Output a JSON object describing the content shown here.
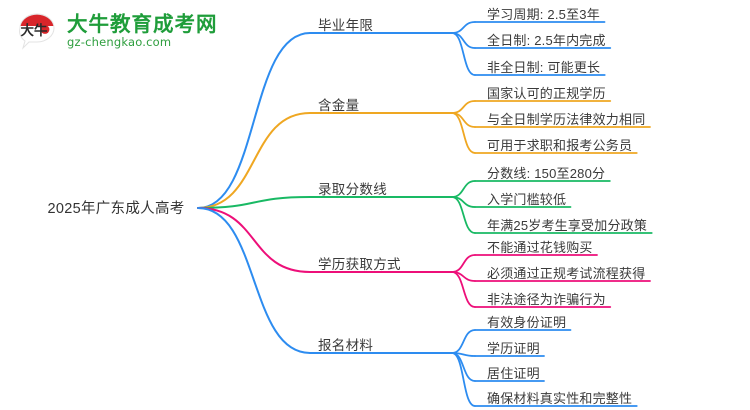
{
  "logo": {
    "name": "大牛教育成考网",
    "domain": "gz-chengkao.com",
    "mark_text": "大牛",
    "brand_green": "#1f9d3a",
    "brand_red": "#d8252a"
  },
  "mindmap": {
    "root": {
      "label": "2025年广东成人高考"
    },
    "colors": {
      "blue": "#2d8cf0",
      "amber": "#efa722",
      "green": "#19b964",
      "pink": "#ed0f79"
    },
    "branches": [
      {
        "label": "毕业年限",
        "color": "#2d8cf0",
        "children": [
          "学习周期: 2.5至3年",
          "全日制: 2.5年内完成",
          "非全日制: 可能更长"
        ]
      },
      {
        "label": "含金量",
        "color": "#efa722",
        "children": [
          "国家认可的正规学历",
          "与全日制学历法律效力相同",
          "可用于求职和报考公务员"
        ]
      },
      {
        "label": "录取分数线",
        "color": "#19b964",
        "children": [
          "分数线: 150至280分",
          "入学门槛较低",
          "年满25岁考生享受加分政策"
        ]
      },
      {
        "label": "学历获取方式",
        "color": "#ed0f79",
        "children": [
          "不能通过花钱购买",
          "必须通过正规考试流程获得",
          "非法途径为诈骗行为"
        ]
      },
      {
        "label": "报名材料",
        "color": "#2d8cf0",
        "children": [
          "有效身份证明",
          "学历证明",
          "居住证明",
          "确保材料真实性和完整性"
        ]
      }
    ]
  }
}
